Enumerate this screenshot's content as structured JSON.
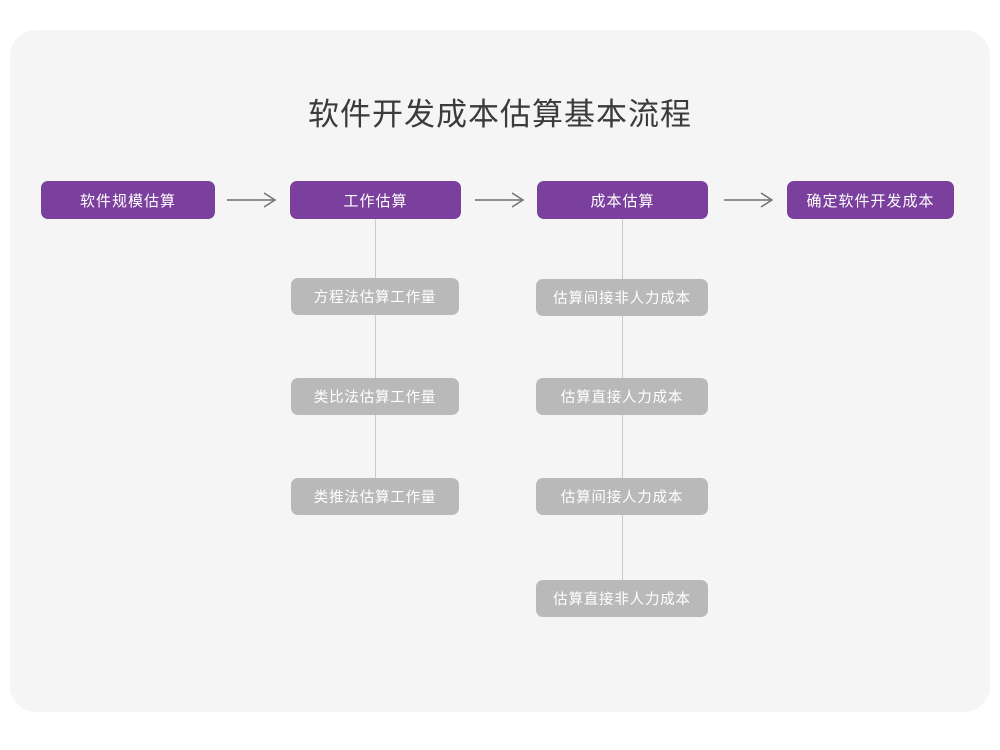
{
  "canvas": {
    "background": "#ffffff",
    "card_background": "#f5f5f5"
  },
  "colors": {
    "primary_node": "#7b3f9d",
    "secondary_node": "#b9b9b9",
    "node_text": "#ffffff",
    "title_text": "#3b3b3b",
    "connector": "#c9c9c9",
    "arrow": "#6e6e6e"
  },
  "diagram": {
    "title": "软件开发成本估算基本流程",
    "type": "flowchart",
    "stages": [
      {
        "id": "stage-1",
        "label": "软件规模估算",
        "substeps": []
      },
      {
        "id": "stage-2",
        "label": "工作估算",
        "substeps": [
          "方程法估算工作量",
          "类比法估算工作量",
          "类推法估算工作量"
        ]
      },
      {
        "id": "stage-3",
        "label": "成本估算",
        "substeps": [
          "估算间接非人力成本",
          "估算直接人力成本",
          "估算间接人力成本",
          "估算直接非人力成本"
        ]
      },
      {
        "id": "stage-4",
        "label": "确定软件开发成本",
        "substeps": []
      }
    ],
    "connectors": [
      {
        "from": "stage-1",
        "to": "stage-2",
        "style": "arrow"
      },
      {
        "from": "stage-2",
        "to": "stage-3",
        "style": "arrow"
      },
      {
        "from": "stage-3",
        "to": "stage-4",
        "style": "arrow"
      }
    ]
  }
}
